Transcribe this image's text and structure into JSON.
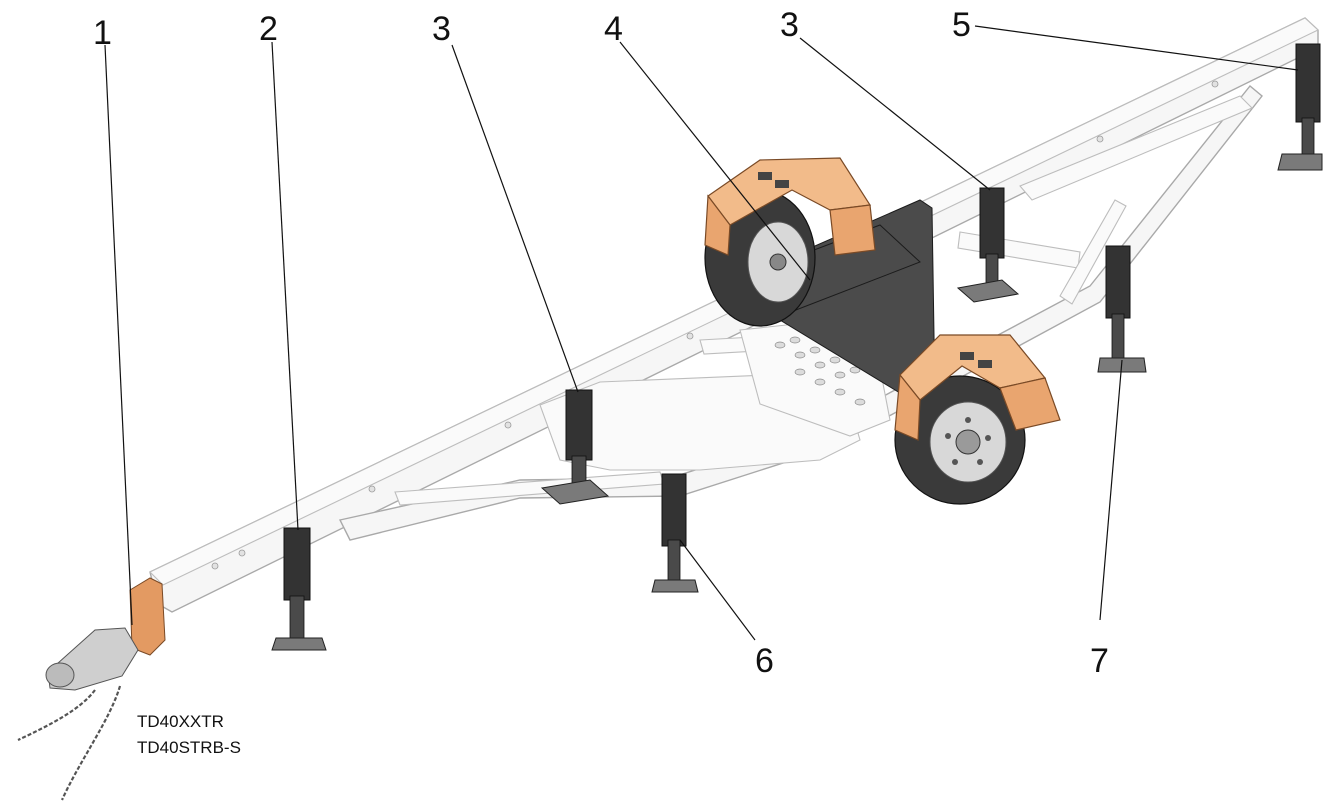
{
  "callouts": [
    {
      "id": "c1",
      "text": "1"
    },
    {
      "id": "c2",
      "text": "2"
    },
    {
      "id": "c3a",
      "text": "3"
    },
    {
      "id": "c4",
      "text": "4"
    },
    {
      "id": "c3b",
      "text": "3"
    },
    {
      "id": "c5",
      "text": "5"
    },
    {
      "id": "c6",
      "text": "6"
    },
    {
      "id": "c7",
      "text": "7"
    }
  ],
  "model_codes": [
    "TD40XXTR",
    "TD40STRB-S"
  ],
  "colors": {
    "frame": "#f6f6f6",
    "jack": "#333333",
    "fender": "#e9a56f",
    "tire": "#3a3a3a"
  }
}
